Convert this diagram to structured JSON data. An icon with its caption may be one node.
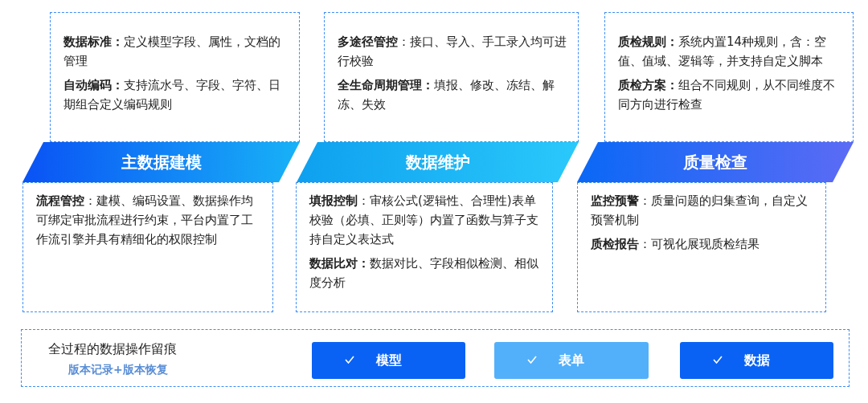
{
  "diagram": {
    "nodes": [
      {
        "text": [
          "**数据标准：**定义模型字段、属性，文档的管理",
          "**自动编码：**支持流水号、字段、字符、日期组合定义编码规则"
        ]
      },
      {
        "text": [
          "主数据建模"
        ]
      },
      {
        "text": [
          "**流程管控**：建模、编码设置、数据操作均可绑定审批流程进行约束，平台内置了工作流引擎并具有精细化的权限控制"
        ]
      },
      {
        "text": [
          "**多途径管控**：接口、导入、手工录入均可进行校验",
          "**全生命周期管理：**填报、修改、冻结、解冻、失效"
        ]
      },
      {
        "text": [
          "数据维护"
        ]
      },
      {
        "text": [
          "**填报控制**：审核公式(逻辑性、合理性)表单校验（必填、正则等）内置了函数与算子支持自定义表达式",
          "**数据比对：**数据对比、字段相似检测、相似度分析"
        ]
      },
      {
        "text": [
          "**质检规则：**系统内置14种规则，含：空值、值域、逻辑等，并支持自定义脚本",
          "**质检方案：**组合不同规则，从不同维度不同方向进行检查"
        ]
      },
      {
        "text": [
          "质量检查"
        ]
      },
      {
        "text": [
          "**监控预警**：质量问题的归集查询，自定义预警机制",
          "**质检报告**：可视化展现质检结果"
        ]
      },
      {
        "text": [
          "全过程的数据操作留痕",
          "版本记录+版本恢复"
        ]
      },
      {
        "text": [
          "模型"
        ],
        "in": 9
      },
      {
        "text": [
          "表单"
        ],
        "in": 9
      },
      {
        "text": [
          "数据"
        ],
        "in": 9
      }
    ]
  }
}
